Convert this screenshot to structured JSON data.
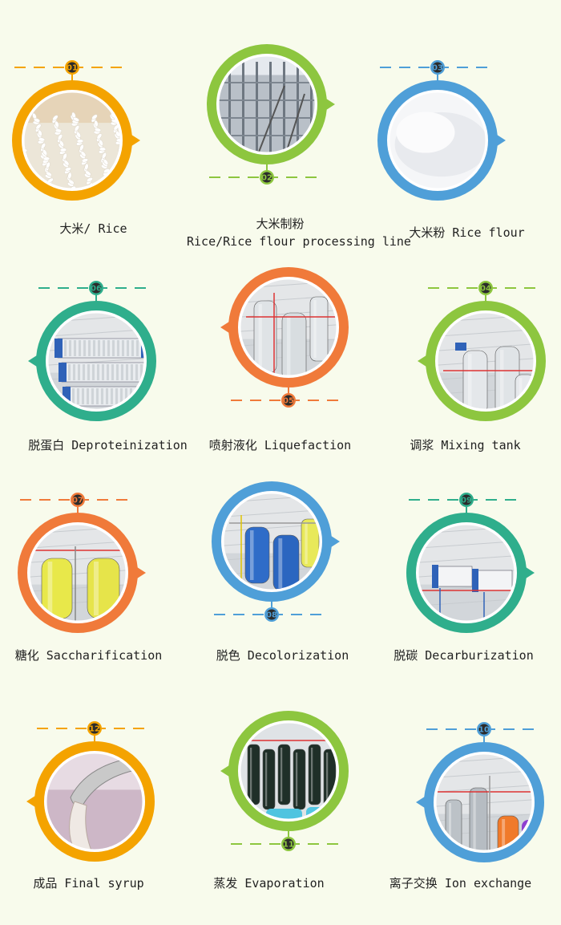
{
  "steps": [
    {
      "num": "01",
      "color": "#f4a300",
      "label": "大米/ Rice",
      "scene": "rice"
    },
    {
      "num": "02",
      "color": "#8dc63f",
      "label_cn": "大米制粉",
      "label_en": "Rice/Rice flour processing line",
      "scene": "factory"
    },
    {
      "num": "03",
      "color": "#4f9fd8",
      "label": "大米粉 Rice flour",
      "scene": "flour"
    },
    {
      "num": "06",
      "color": "#2fae8c",
      "label": "脱蛋白 Deproteinization",
      "scene": "press"
    },
    {
      "num": "05",
      "color": "#f07a3a",
      "label": "喷射液化 Liquefaction",
      "scene": "tanks"
    },
    {
      "num": "04",
      "color": "#8dc63f",
      "label": "调浆 Mixing tank",
      "scene": "mixing"
    },
    {
      "num": "07",
      "color": "#f07a3a",
      "label": "糖化 Saccharification",
      "scene": "yellowtanks"
    },
    {
      "num": "08",
      "color": "#4f9fd8",
      "label": "脱色 Decolorization",
      "scene": "bluetanks"
    },
    {
      "num": "09",
      "color": "#2fae8c",
      "label": "脱碳 Decarburization",
      "scene": "filter"
    },
    {
      "num": "12",
      "color": "#f4a300",
      "label": "成品 Final syrup",
      "scene": "syrup"
    },
    {
      "num": "11",
      "color": "#8dc63f",
      "label": "蒸发 Evaporation",
      "scene": "evap"
    },
    {
      "num": "10",
      "color": "#4f9fd8",
      "label": "离子交换 Ion exchange",
      "scene": "ion"
    }
  ]
}
